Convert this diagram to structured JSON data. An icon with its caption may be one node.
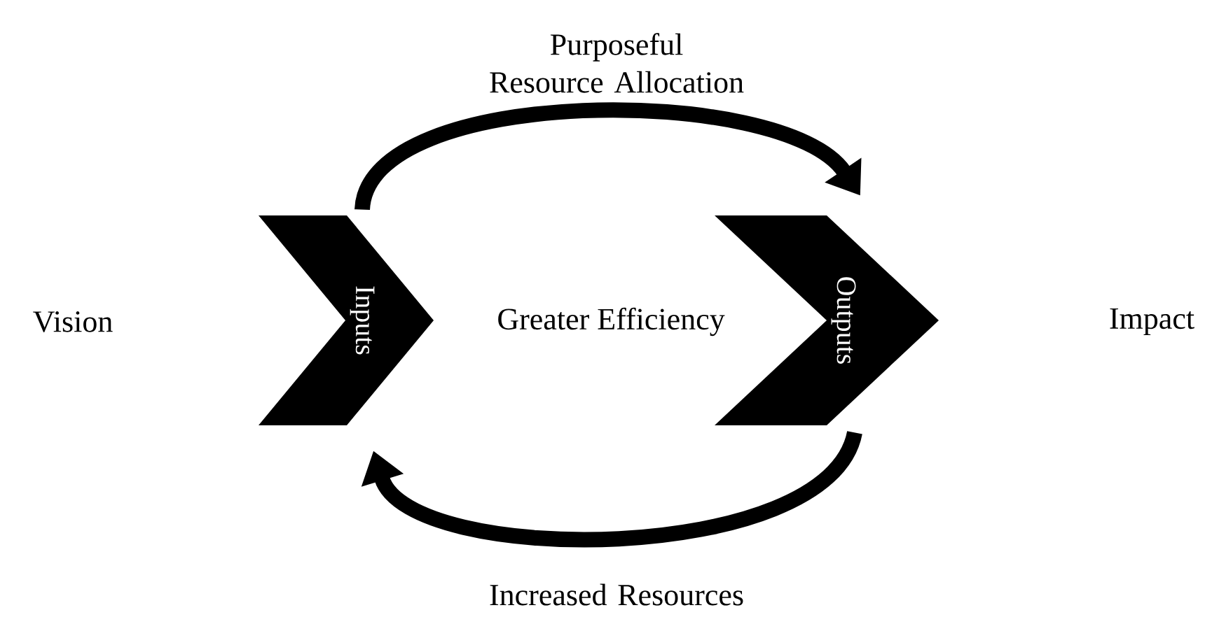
{
  "diagram": {
    "nodes": [
      {
        "text": [
          "Vision"
        ]
      },
      {
        "text": [
          "Inputs"
        ]
      },
      {
        "text": [
          "Greater Efficiency"
        ]
      },
      {
        "text": [
          "Outputs"
        ]
      },
      {
        "text": [
          "Impact"
        ]
      }
    ],
    "edges": [
      {
        "from": 1,
        "to": 3,
        "arrow": "to",
        "label": "Purposeful Resource Allocation"
      },
      {
        "from": 3,
        "to": 1,
        "arrow": "to",
        "label": "Increased Resources"
      }
    ]
  }
}
